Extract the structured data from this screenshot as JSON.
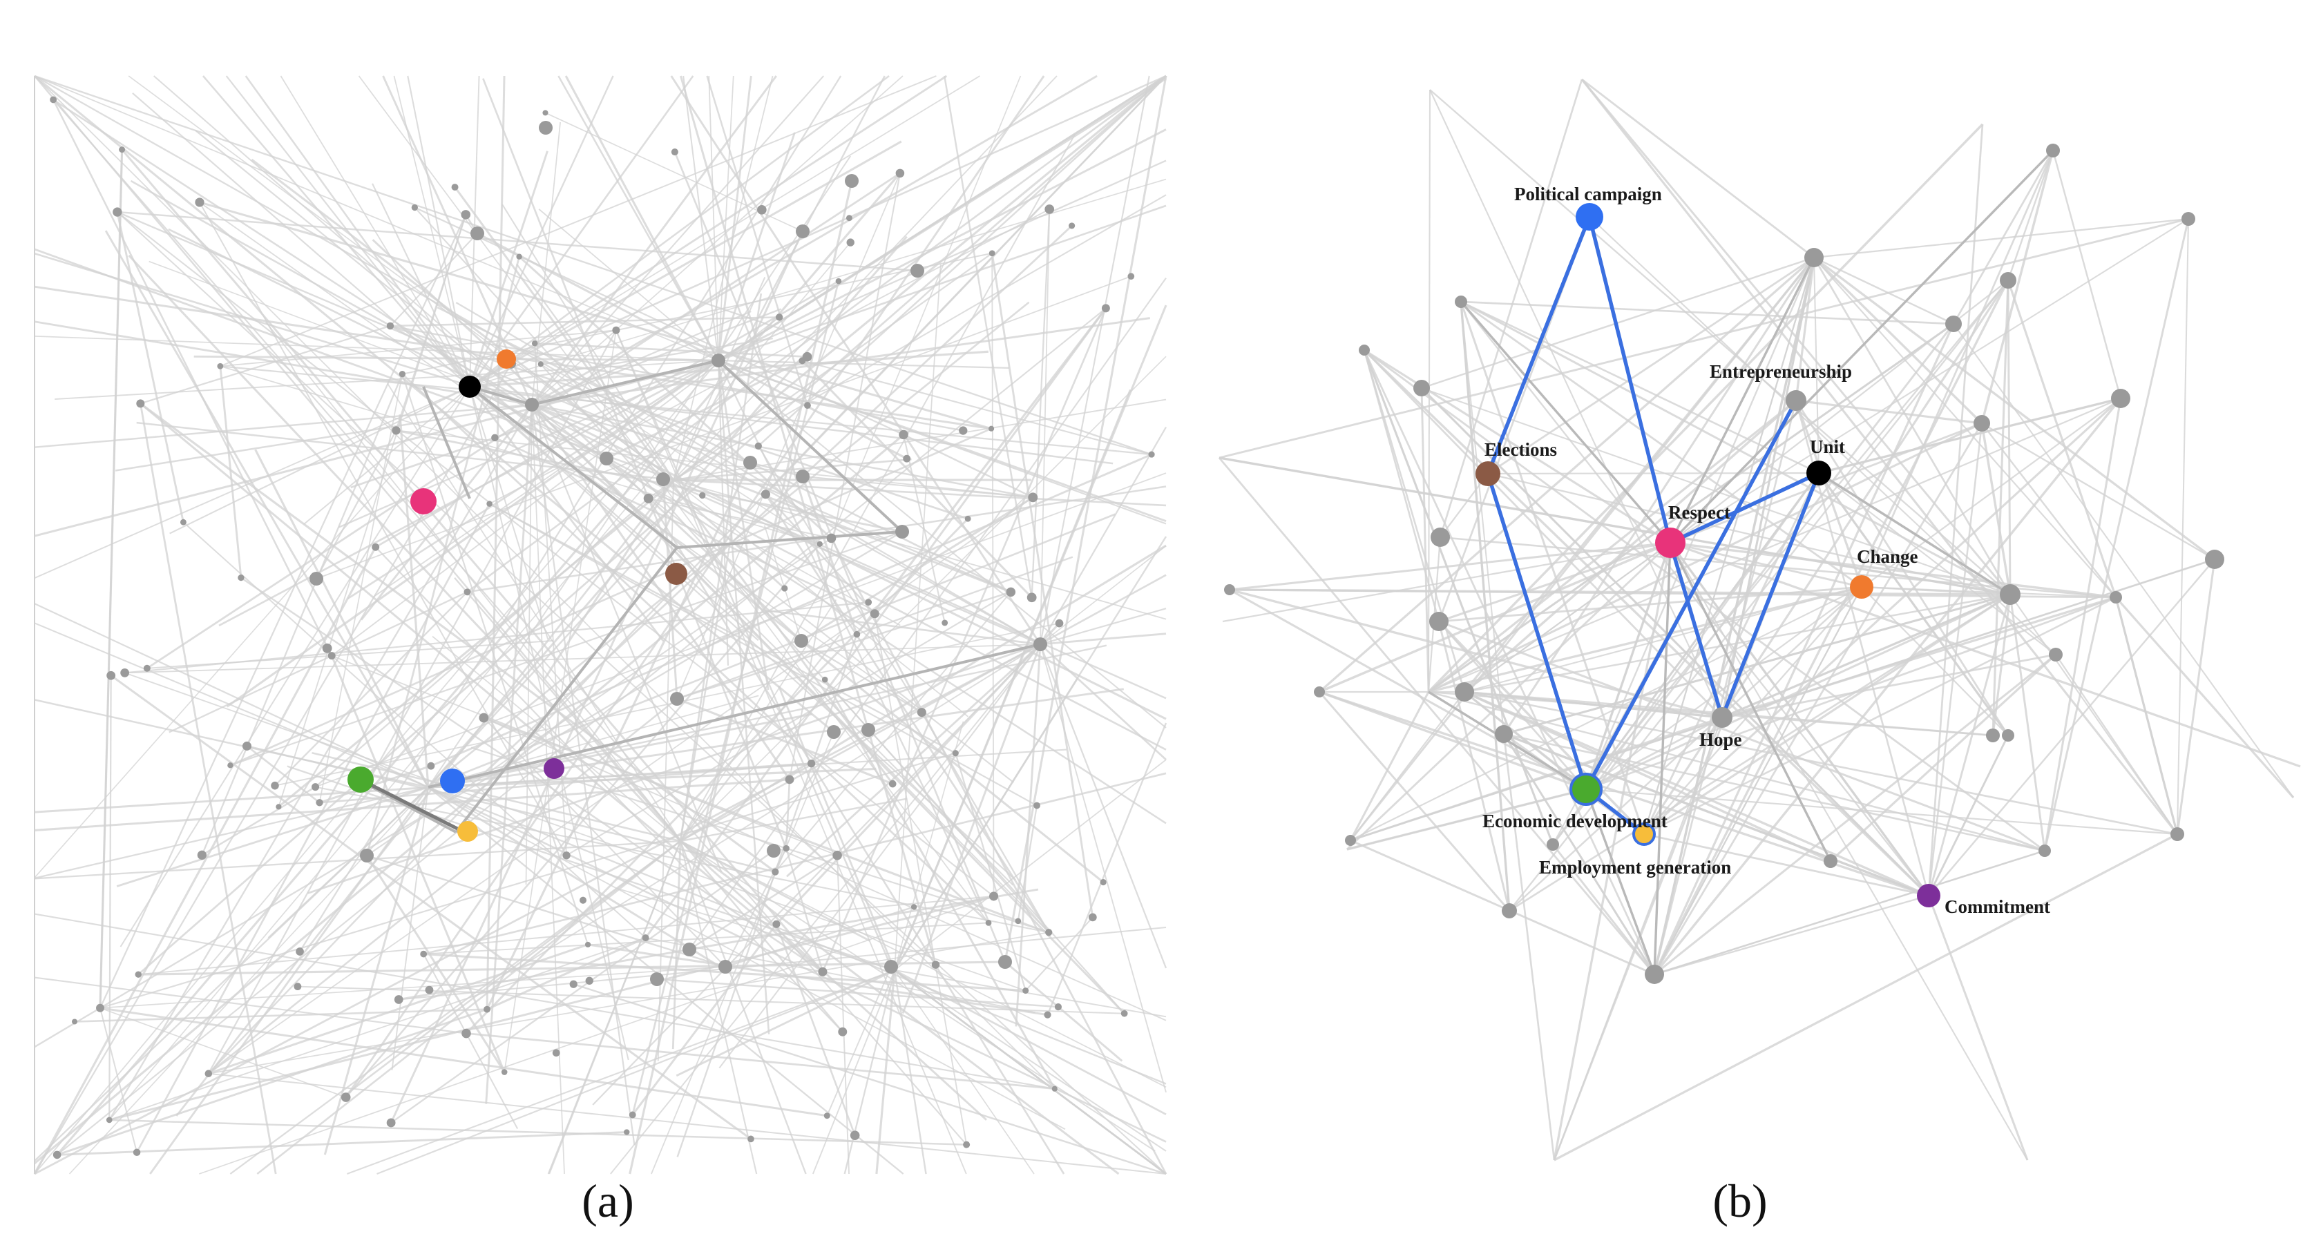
{
  "panels": [
    {
      "id": "a",
      "caption": "(a)"
    },
    {
      "id": "b",
      "caption": "(b)",
      "labels": {
        "political_campaign": "Political campaign",
        "entrepreneurship": "Entrepreneurship",
        "elections": "Elections",
        "unit": "Unit",
        "respect": "Respect",
        "change": "Change",
        "hope": "Hope",
        "economic_development": "Economic development",
        "employment_generation": "Employment generation",
        "commitment": "Commitment"
      }
    }
  ],
  "colors": {
    "blue": "#2f6ff2",
    "pink": "#e8337a",
    "black": "#000000",
    "orange": "#f07a2e",
    "brown": "#8b5a45",
    "green": "#4aaa2e",
    "yellow": "#f7bd3a",
    "purple": "#7d2f9a",
    "gray_node": "#9a9a9a",
    "edge": "#d2d2d2",
    "highlight_edge": "#3a6fe0"
  }
}
